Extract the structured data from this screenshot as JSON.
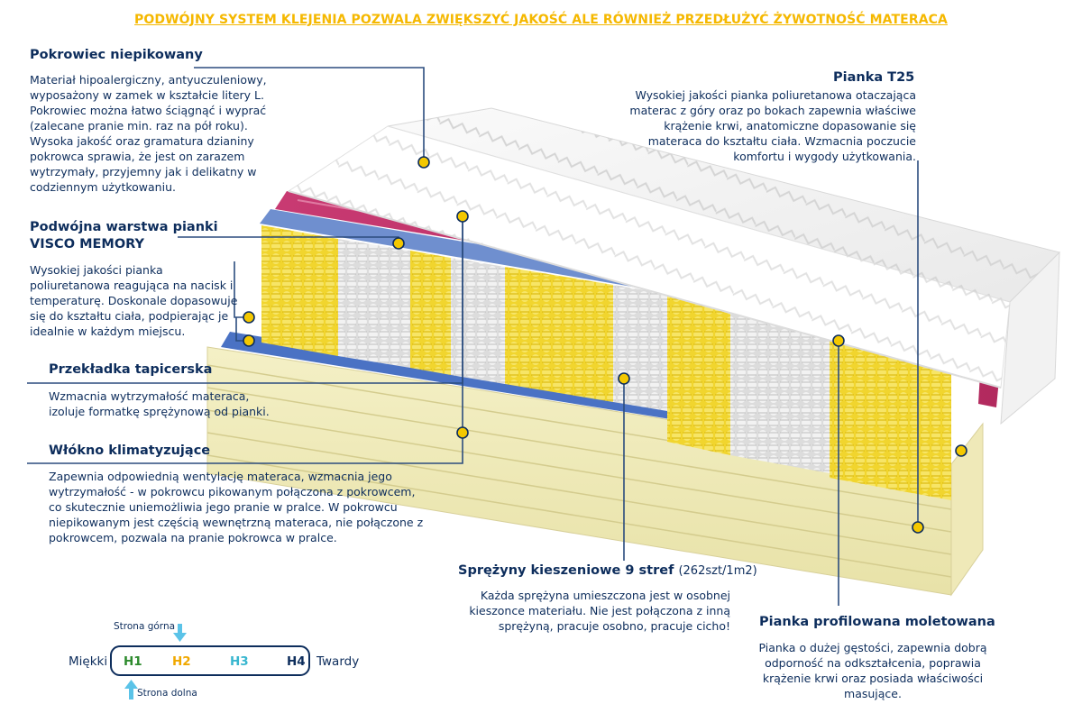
{
  "banner": {
    "text": "PODWÓJNY SYSTEM KLEJENIA POZWALA ZWIĘKSZYĆ JAKOŚĆ ALE RÓWNIEŻ PRZEDŁUŻYĆ ŻYWOTNOŚĆ MATERACA",
    "color": "#f5b800"
  },
  "colors": {
    "navy": "#0d2d5c",
    "line": "#2b4c7e",
    "marker": "#f4c800",
    "h1": "#2e8b2e",
    "h2": "#f0a800",
    "h3": "#38b6cf",
    "h4": "#0d2d5c",
    "arrow": "#5bc3e8"
  },
  "sections": {
    "cover": {
      "title": "Pokrowiec  niepikowany",
      "lines": [
        "Materiał hipoalergiczny, antyuczuleniowy,",
        "wyposażony w zamek w kształcie litery L.",
        "Pokrowiec można łatwo ściągnąć i wyprać",
        "(zalecane pranie min.  raz na pół roku).",
        "Wysoka jakość oraz gramatura dzianiny",
        "pokrowca sprawia, że jest on zarazem",
        "wytrzymały, przyjemny jak i delikatny w",
        "codziennym użytkowaniu."
      ]
    },
    "visco": {
      "title_1": "Podwójna warstwa pianki",
      "title_2": "VISCO MEMORY",
      "lines": [
        "Wysokiej jakości pianka",
        "poliuretanowa reagująca na nacisk i",
        "temperaturę. Doskonale dopasowuje",
        "się do kształtu ciała, podpierając je",
        "idealnie w każdym miejscu."
      ]
    },
    "upholstery": {
      "title": "Przekładka tapicerska",
      "lines": [
        "Wzmacnia wytrzymałość materaca,",
        "izoluje formatkę sprężynową od pianki."
      ]
    },
    "fiber": {
      "title": "Włókno klimatyzujące",
      "lines": [
        "Zapewnia odpowiednią wentylację materaca, wzmacnia jego",
        "wytrzymałość - w pokrowcu pikowanym połączona z pokrowcem,",
        "co skutecznie uniemożliwia jego pranie w pralce. W pokrowcu",
        "niepikowanym jest częścią wewnętrzną materaca, nie połączone z",
        "pokrowcem, pozwala na pranie pokrowca w pralce."
      ]
    },
    "t25": {
      "title": "Pianka T25",
      "lines": [
        "Wysokiej jakości pianka poliuretanowa otaczająca",
        "materac z góry oraz po bokach zapewnia właściwe",
        "krążenie krwi, anatomiczne dopasowanie się",
        "materaca do kształtu ciała. Wzmacnia poczucie",
        "komfortu i wygody użytkowania."
      ]
    },
    "springs": {
      "title": "Sprężyny kieszeniowe 9 stref",
      "title_suffix": "(262szt/1m2)",
      "lines": [
        "Każda sprężyna umieszczona jest w osobnej",
        "kieszonce materiału. Nie jest połączona z inną",
        "sprężyną, pracuje osobno, pracuje cicho!"
      ]
    },
    "profiled": {
      "title": "Pianka profilowana moletowana",
      "lines": [
        "Pianka o dużej gęstości, zapewnia dobrą",
        "odporność na odkształcenia, poprawia",
        "krążenie krwi oraz posiada właściwości",
        "masujące."
      ]
    }
  },
  "scale": {
    "soft_label": "Miękki",
    "hard_label": "Twardy",
    "top_label": "Strona górna",
    "bottom_label": "Strona dolna",
    "grades": [
      "H1",
      "H2",
      "H3",
      "H4"
    ]
  }
}
